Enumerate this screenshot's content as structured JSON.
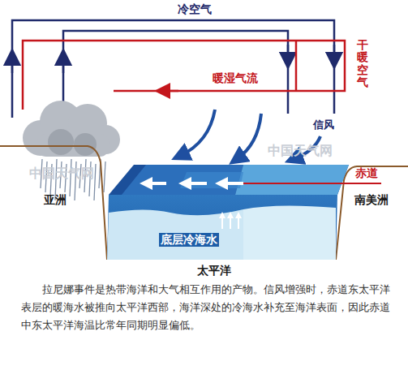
{
  "diagram": {
    "caption": "拉尼娜事件是热带海洋和大气相互作用的产物。信风增强时，赤道东太平洋表层的暖海水被推向太平洋西部，海洋深处的冷海水补充至海洋表面，因此赤道中东太平洋海温比常年同期明显偏低。",
    "labels": [
      "冷空气",
      "暖湿气流",
      "干暖空气",
      "信风",
      "赤道",
      "亚洲",
      "南美洲",
      "底层冷海水",
      "太平洋",
      "中国天气网",
      "中国天气网"
    ]
  }
}
